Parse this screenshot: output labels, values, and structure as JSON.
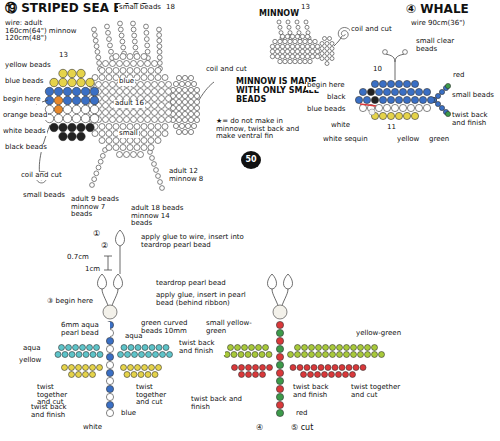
{
  "diagram": {
    "labels": [
      "⑲ STRIPED SEA BASS",
      "wire: adult 160cm(64\") minnow 120cm(48\")",
      "small beads",
      "18",
      "13",
      "yellow beads",
      "blue beads",
      "begin here",
      "orange bead",
      "white beads",
      "black beads",
      "coil and cut",
      "small beads",
      "adult 9 beads minnow 7 beads",
      "blue",
      "adult 16",
      "small",
      "coil and cut",
      "adult 12 minnow 8",
      "adult 18 beads minnow 14 beads",
      "MINNOW",
      "13",
      "coil and cut",
      "MINNOW IS MADE WITH ONLY SMALL BEADS",
      "★= do not make in minnow, twist back and make ventral fin",
      "④ WHALE",
      "wire 90cm(36\")",
      "small clear beads",
      "begin here",
      "10",
      "red",
      "black",
      "small beads",
      "blue beads",
      "white",
      "white sequin",
      "11",
      "yellow",
      "twist back and finish",
      "green",
      "50",
      "②",
      "apply glue to wire, insert into teardrop pearl bead",
      "0.7cm",
      "①",
      "1cm",
      "teardrop pearl bead",
      "apply glue, insert in pearl bead (behind ribbon)",
      "③ begin here",
      "green curved beads 10mm",
      "small yellow-green",
      "6mm aqua pearl bead",
      "aqua",
      "yellow",
      "twist back and finish",
      "yellow-green",
      "twist together and cut",
      "twist back and finish",
      "aqua",
      "twist together and cut",
      "blue",
      "white",
      "twist back and finish",
      "red",
      "twist together and cut",
      "twist back and finish",
      "④",
      "⑤ cut"
    ]
  }
}
